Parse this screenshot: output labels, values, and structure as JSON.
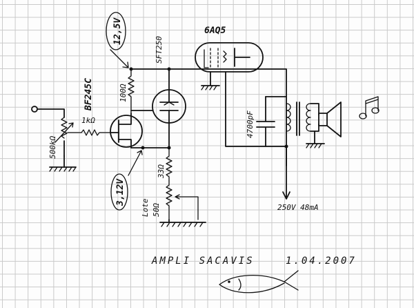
{
  "labels": {
    "tube": "6AQ5",
    "jfet": "BF245C",
    "fet2": "SFT250",
    "v_top": "12,5V",
    "v_mid": "3,12V",
    "r_input_pot": "500kΩ",
    "r_series": "1kΩ",
    "r_drain": "100Ω",
    "r_source": "33Ω",
    "r_lote_pot": "50Ω",
    "lote": "Lote",
    "cap": "4700pF",
    "supply": "250V 48mA",
    "caption_name": "AMPLI SACAVIS",
    "caption_date": "1.04.2007"
  }
}
